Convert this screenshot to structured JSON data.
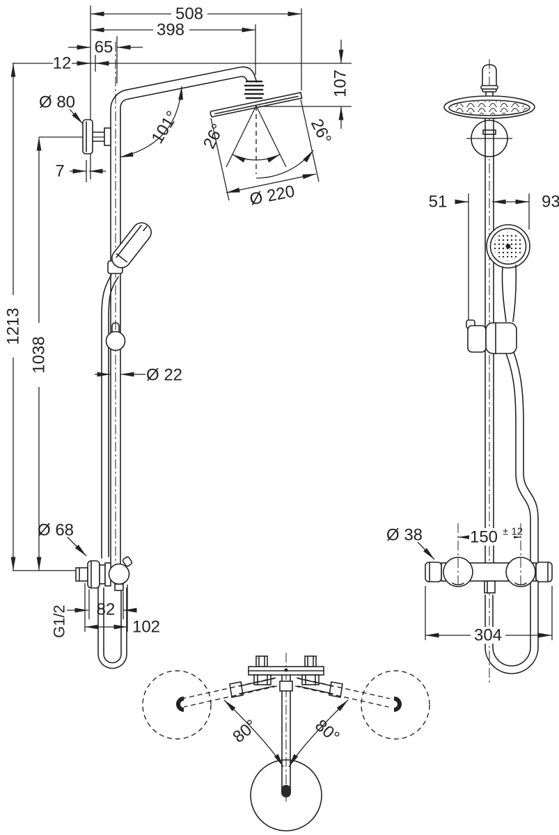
{
  "colors": {
    "background": "#ffffff",
    "line": "#222222"
  },
  "front_view": {
    "dims": {
      "overall_width": "508",
      "arm_width": "398",
      "offset_center": "65",
      "wall_offset": "12",
      "head_drop": "107",
      "wall_plate_diameter": "Ø 80",
      "arm_angle": "101°",
      "head_tilt_left": "26°",
      "head_tilt_right": "26°",
      "head_diameter": "Ø 220",
      "plate_thickness": "7",
      "overall_height": "1213",
      "bar_height": "1038",
      "pipe_diameter": "Ø 22",
      "escutcheon_diameter": "Ø 68",
      "thread_size": "G1/2",
      "valve_width": "82",
      "valve_depth": "102"
    }
  },
  "side_view": {
    "dims": {
      "left_offset": "51",
      "right_offset": "93",
      "knob_diameter": "Ø 38",
      "connection_spacing": "150",
      "connection_tolerance": "± 12",
      "valve_length": "304"
    }
  },
  "top_view": {
    "dims": {
      "swivel_left": "80°",
      "swivel_right": "80°"
    }
  }
}
